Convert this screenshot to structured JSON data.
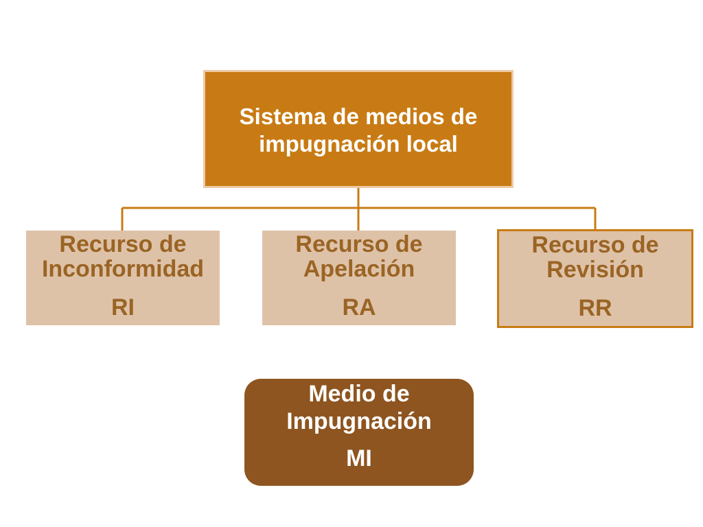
{
  "root": {
    "label": "Sistema de medios de\nimpugnación local"
  },
  "children": [
    {
      "name": "Recurso de\nInconformidad",
      "abbr": "RI"
    },
    {
      "name": "Recurso de\nApelación",
      "abbr": "RA"
    },
    {
      "name": "Recurso de\nRevisión",
      "abbr": "RR"
    }
  ],
  "legend": {
    "name": "Medio de\nImpugnación",
    "abbr": "MI"
  },
  "colors": {
    "root_fill": "#c87b14",
    "child_fill": "#dec2a8",
    "child_text": "#9a6424",
    "legend_fill": "#8e5520",
    "connector": "#c87b14"
  }
}
